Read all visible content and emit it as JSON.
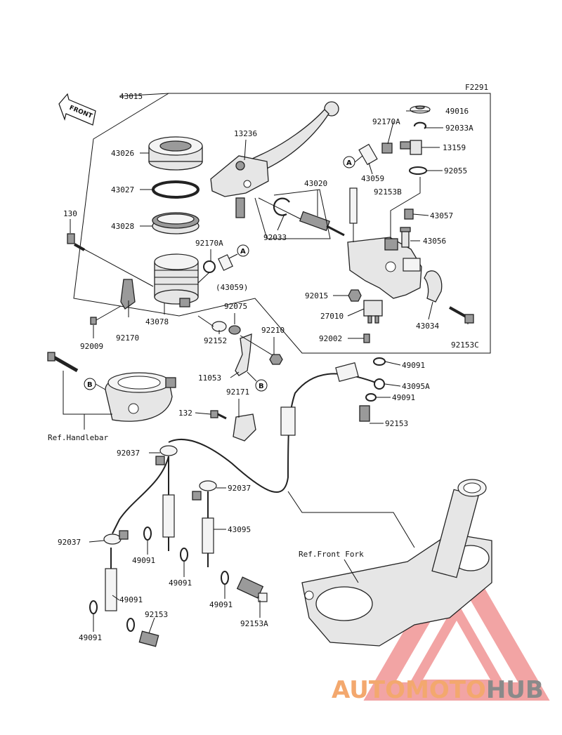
{
  "figure_code": "F2291",
  "front_label": "FRONT",
  "ref_handlebar": "Ref.Handlebar",
  "ref_front_fork": "Ref.Front Fork",
  "marker_a": "A",
  "marker_b": "B",
  "watermark": {
    "part1": "AUTO",
    "part2": "MOTO",
    "part3": "HUB",
    "accent_color": "#f08a3c",
    "gray_color": "#8a8a8a",
    "triangle_color": "#e85a5a"
  },
  "labels": {
    "p43015": "43015",
    "p43026": "43026",
    "p43027": "43027",
    "p43028": "43028",
    "p130": "130",
    "p92170a_1": "92170A",
    "p43059_paren": "(43059)",
    "p43078": "43078",
    "p92170": "92170",
    "p92009": "92009",
    "p13236": "13236",
    "p43020": "43020",
    "p92033": "92033",
    "p92075": "92075",
    "p92152": "92152",
    "p92210": "92210",
    "p11053": "11053",
    "p92171": "92171",
    "p132": "132",
    "p92170a_2": "92170A",
    "p43059": "43059",
    "p92153b": "92153B",
    "p49016": "49016",
    "p92033a": "92033A",
    "p13159": "13159",
    "p92055": "92055",
    "p43057": "43057",
    "p43056": "43056",
    "p92015": "92015",
    "p27010": "27010",
    "p92002": "92002",
    "p43034": "43034",
    "p92153c": "92153C",
    "p49091_1": "49091",
    "p43095a": "43095A",
    "p49091_2": "49091",
    "p92153_1": "92153",
    "p92037_1": "92037",
    "p92037_2": "92037",
    "p43095": "43095",
    "p92037_3": "92037",
    "p49091_3": "49091",
    "p49091_4": "49091",
    "p49091_5": "49091",
    "p49091_6": "49091",
    "p49091_7": "49091",
    "p92153_2": "92153",
    "p92153a": "92153A"
  }
}
